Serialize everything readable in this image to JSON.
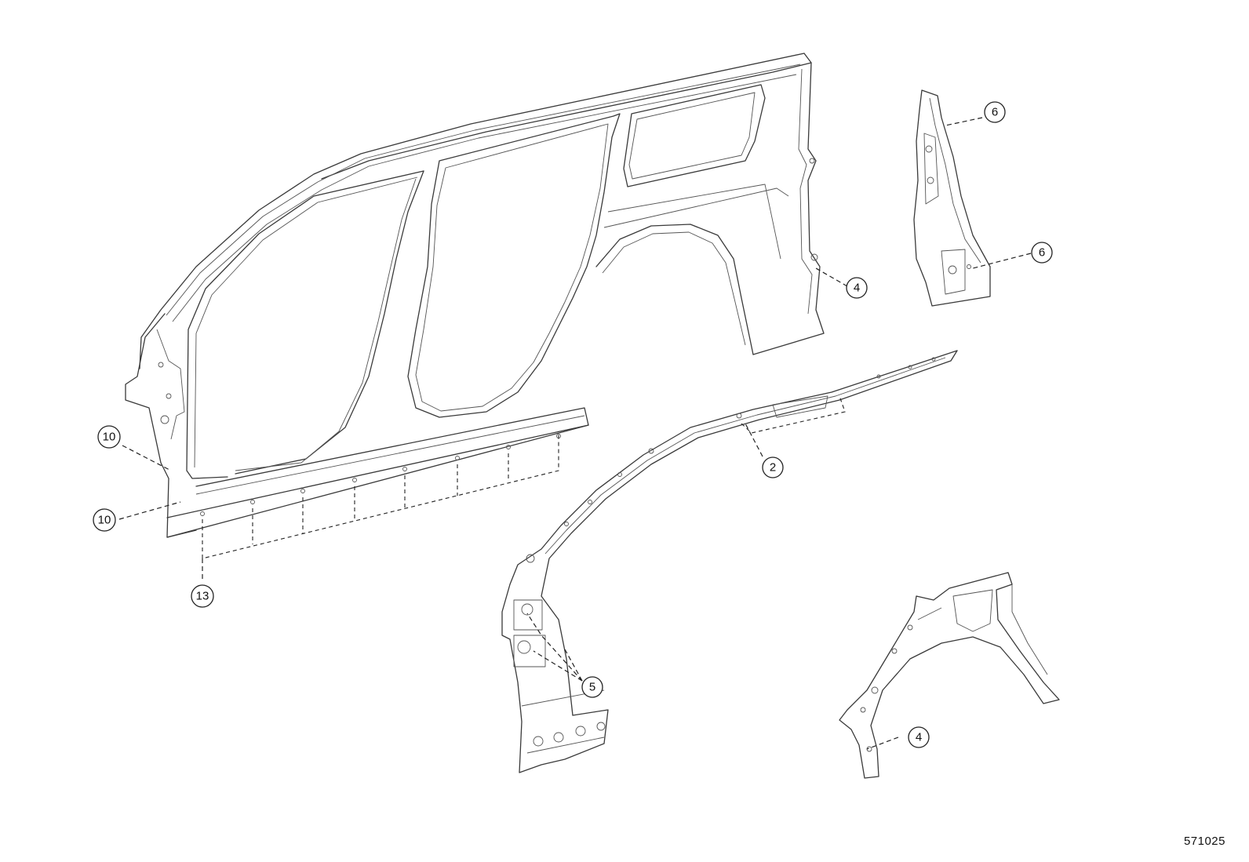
{
  "diagram": {
    "id_label": "571025",
    "callouts": [
      {
        "key": "c2",
        "label": "2"
      },
      {
        "key": "c4a",
        "label": "4"
      },
      {
        "key": "c4b",
        "label": "4"
      },
      {
        "key": "c5",
        "label": "5"
      },
      {
        "key": "c6a",
        "label": "6"
      },
      {
        "key": "c6b",
        "label": "6"
      },
      {
        "key": "c10a",
        "label": "10"
      },
      {
        "key": "c10b",
        "label": "10"
      },
      {
        "key": "c13",
        "label": "13"
      }
    ]
  }
}
